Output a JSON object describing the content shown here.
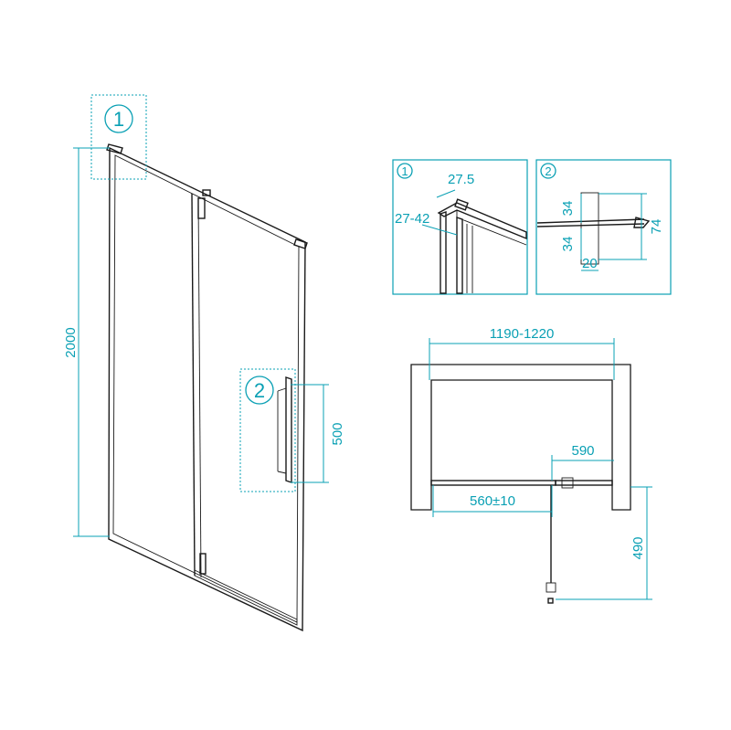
{
  "dimensions": {
    "height_total": "2000",
    "handle_height": "500",
    "profile_width": "27.5",
    "wall_profile_range": "27-42",
    "handle_spacing_top": "34",
    "handle_spacing_bottom": "34",
    "handle_offset_total": "74",
    "handle_diameter": "20",
    "opening_range": "1190-1220",
    "door_width": "590",
    "fixed_panel_width": "560±10",
    "door_swing": "490"
  },
  "callouts": {
    "profile": "1",
    "handle": "2"
  },
  "colors": {
    "dimension": "#0aa0b4",
    "outline": "#1a1a1a",
    "background": "#ffffff"
  }
}
